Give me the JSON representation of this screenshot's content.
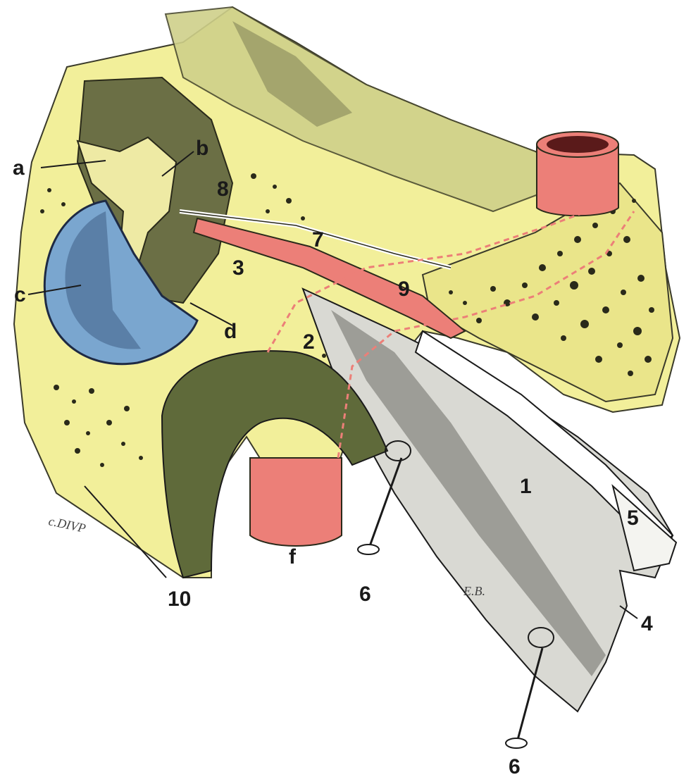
{
  "figure": {
    "labels": {
      "a": "a",
      "b": "b",
      "c": "c",
      "d": "d",
      "f": "f",
      "n1": "1",
      "n2": "2",
      "n3": "3",
      "n4": "4",
      "n5": "5",
      "n6_top": "6",
      "n6_bottom": "6",
      "n7": "7",
      "n8": "8",
      "n9": "9",
      "n10": "10"
    },
    "signatures": {
      "left": "c.DIVP",
      "right": "E.B."
    },
    "colors": {
      "bone": "#f2ef9a",
      "shadow": "#5f6a3a",
      "artery": "#ec7f78",
      "membrane": "#7aa6cf",
      "tube": "#d9d9d3",
      "line": "#1a1a1a"
    }
  }
}
